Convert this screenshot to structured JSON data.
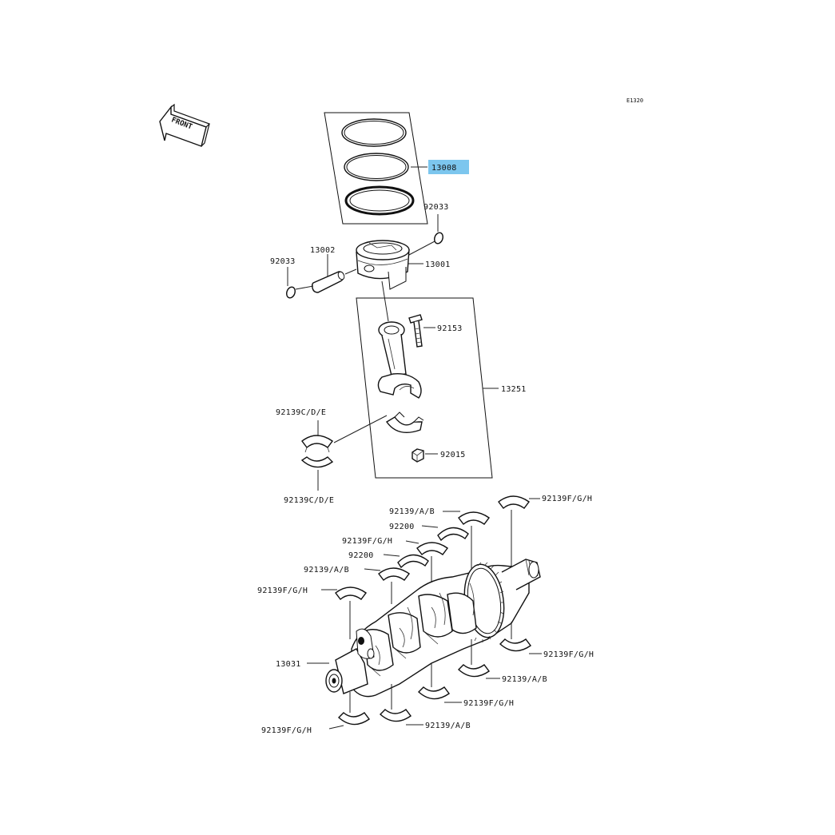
{
  "diagram_id": "E1320",
  "front_label": "FRONT",
  "highlight_color": "#7cc6ee",
  "labels": {
    "l13008": "13008",
    "l92033_right": "92033",
    "l92033_left": "92033",
    "l13002": "13002",
    "l13001": "13001",
    "l92153": "92153",
    "l13251": "13251",
    "l92139cde_top": "92139C/D/E",
    "l92139cde_bottom": "92139C/D/E",
    "l92015": "92015",
    "l92139fgh_right_top": "92139F/G/H",
    "l92139ab_1": "92139/A/B",
    "l92200_1": "92200",
    "l92139fgh_2": "92139F/G/H",
    "l92200_2": "92200",
    "l92139ab_2": "92139/A/B",
    "l92139fgh_left": "92139F/G/H",
    "l13031": "13031",
    "l92139fgh_right_bottom": "92139F/G/H",
    "l92139ab_3": "92139/A/B",
    "l92139fgh_3": "92139F/G/H",
    "l92139fgh_bottom_left": "92139F/G/H",
    "l92139ab_4": "92139/A/B"
  }
}
